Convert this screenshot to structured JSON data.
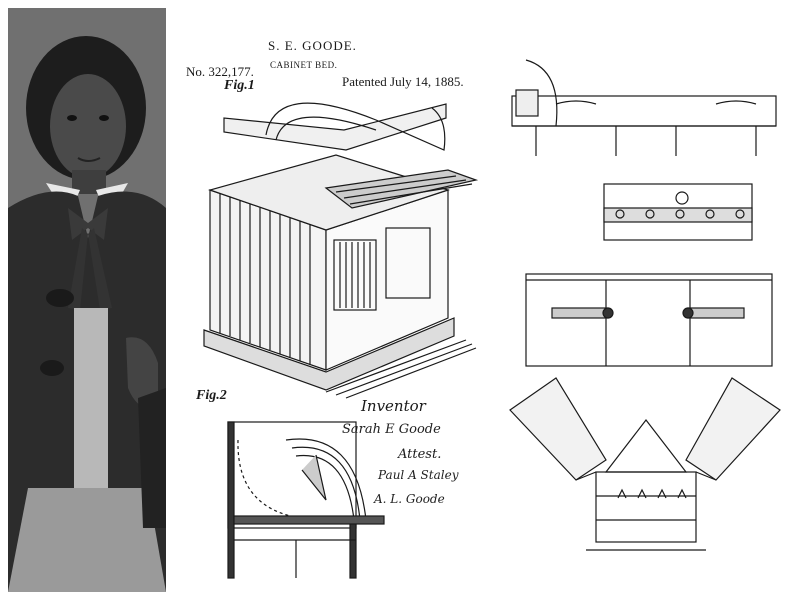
{
  "patent": {
    "inventor_name": "S. E. GOODE.",
    "number": "No. 322,177.",
    "title": "CABINET BED.",
    "date": "Patented July 14, 1885.",
    "fig1_label": "Fig.1",
    "fig2_label": "Fig.2",
    "inventor_heading": "Inventor",
    "attest_heading": "Attest.",
    "signatures": [
      "Sarah E Goode",
      "Paul A Staley",
      "A. L. Goode"
    ]
  }
}
